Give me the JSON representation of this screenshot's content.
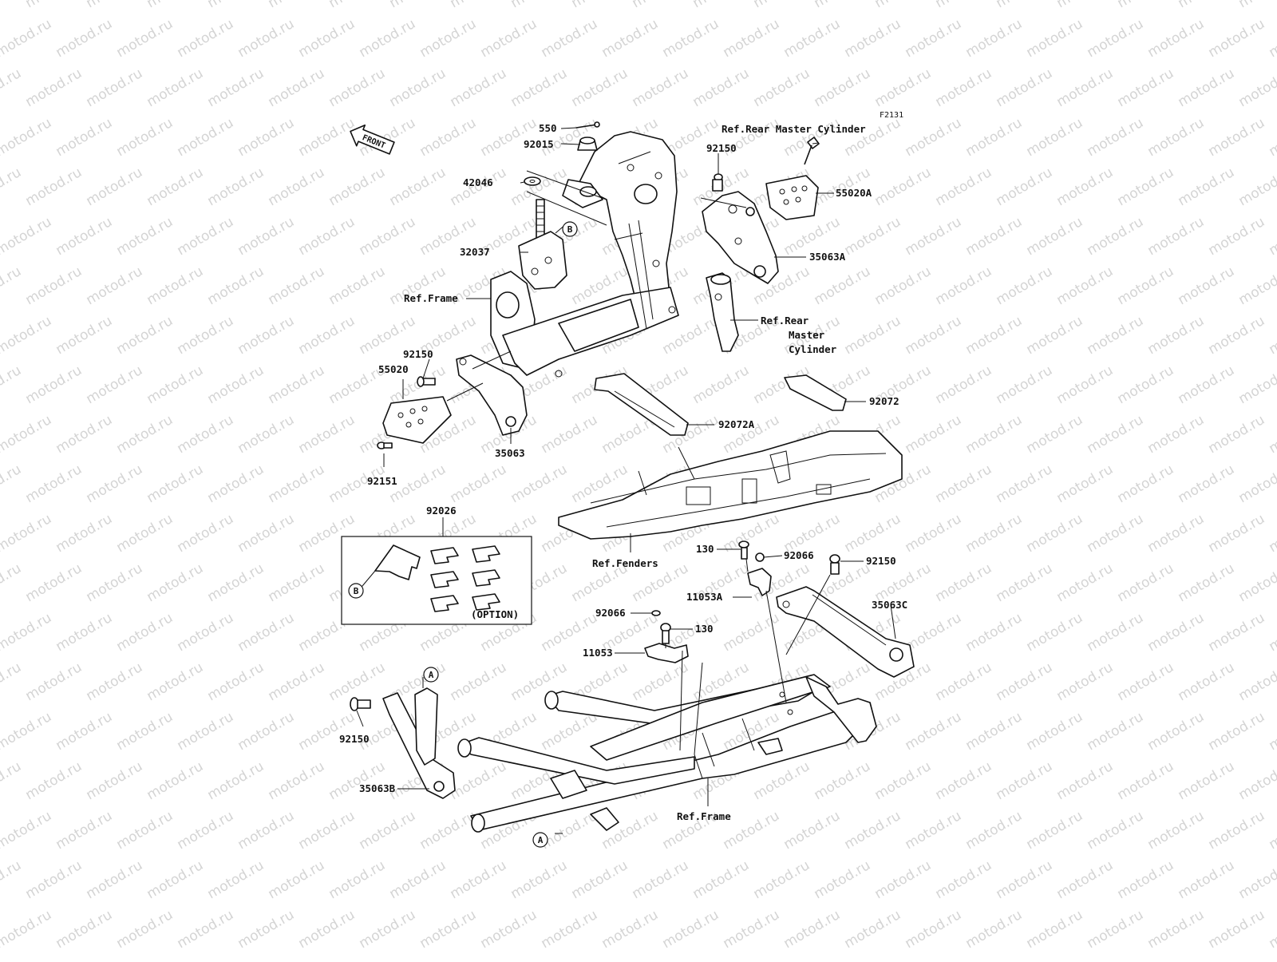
{
  "figure_code": "F2131",
  "front_arrow": "FRONT",
  "watermark": "motod.ru",
  "labels": {
    "l550": "550",
    "l92015": "92015",
    "l42046": "42046",
    "l32037": "32037",
    "ref_frame_top": "Ref.Frame",
    "l92150_a": "92150",
    "l55020": "55020",
    "l92151": "92151",
    "l35063": "35063",
    "l92026": "92026",
    "option": "(OPTION)",
    "ref_rear_mc_top": "Ref.Rear Master Cylinder",
    "l92150_b": "92150",
    "l55020A": "55020A",
    "l35063A": "35063A",
    "ref_rear_mc_1": "Ref.Rear",
    "ref_rear_mc_2": "Master",
    "ref_rear_mc_3": "Cylinder",
    "l92072": "92072",
    "l92072A": "92072A",
    "ref_fenders": "Ref.Fenders",
    "l130_a": "130",
    "l92066_a": "92066",
    "l92150_c": "92150",
    "l11053A": "11053A",
    "l35063C": "35063C",
    "l92066_b": "92066",
    "l130_b": "130",
    "l11053": "11053",
    "l92150_d": "92150",
    "l35063B": "35063B",
    "ref_frame_bottom": "Ref.Frame",
    "mark_b1": "B",
    "mark_b2": "B",
    "mark_a1": "A",
    "mark_a2": "A"
  }
}
